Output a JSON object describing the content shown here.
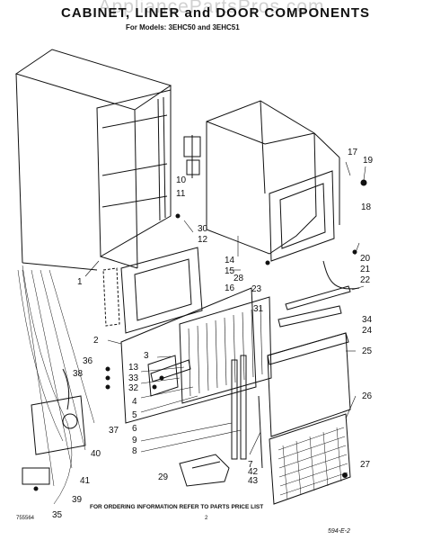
{
  "header": {
    "watermark": "AppliancePartsPros.com",
    "title": "CABINET, LINER and DOOR COMPONENTS",
    "subtitle": "For Models: 3EHC50 and 3EHC51"
  },
  "footer": {
    "ordering_note": "FOR ORDERING INFORMATION REFER TO PARTS PRICE LIST",
    "doc_code": "755564",
    "page_number": "2",
    "signature": "594-E-2"
  },
  "callouts": [
    "1",
    "2",
    "3",
    "4",
    "5",
    "6",
    "7",
    "8",
    "9",
    "10",
    "11",
    "12",
    "13",
    "14",
    "15",
    "16",
    "17",
    "18",
    "19",
    "20",
    "21",
    "22",
    "23",
    "24",
    "25",
    "26",
    "27",
    "28",
    "29",
    "30",
    "31",
    "32",
    "33",
    "34",
    "35",
    "36",
    "37",
    "38",
    "39",
    "40",
    "41",
    "42",
    "43"
  ]
}
